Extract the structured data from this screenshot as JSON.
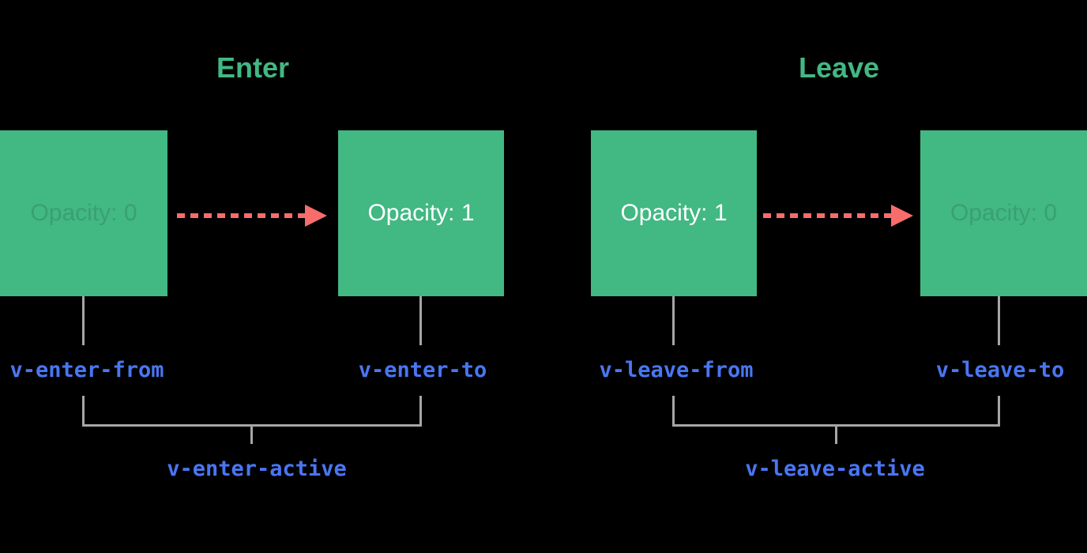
{
  "diagram": {
    "enter": {
      "title": "Enter",
      "from_box": {
        "label": "Opacity: 0",
        "state": "faded"
      },
      "to_box": {
        "label": "Opacity: 1",
        "state": "solid"
      },
      "class_from": "v-enter-from",
      "class_to": "v-enter-to",
      "class_active": "v-enter-active"
    },
    "leave": {
      "title": "Leave",
      "from_box": {
        "label": "Opacity: 1",
        "state": "solid"
      },
      "to_box": {
        "label": "Opacity: 0",
        "state": "faded"
      },
      "class_from": "v-leave-from",
      "class_to": "v-leave-to",
      "class_active": "v-leave-active"
    },
    "icons": {
      "arrow": "dashed-right-arrow-icon"
    },
    "colors": {
      "background": "#000000",
      "box_green": "#42b883",
      "title_green": "#42b883",
      "class_blue": "#4976f2",
      "arrow_red": "#f96c6c",
      "connector_gray": "#a6a6a6",
      "box_text_solid": "#ffffff",
      "box_text_faded": "rgba(0,0,0,0.13)"
    }
  }
}
